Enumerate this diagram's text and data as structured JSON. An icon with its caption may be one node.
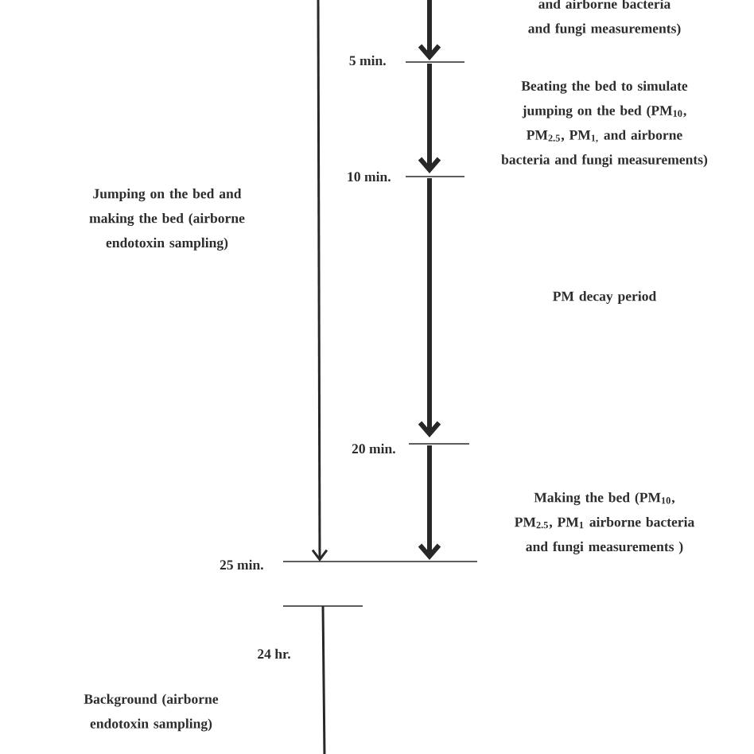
{
  "diagram": {
    "labels": [
      "and airborne bacteria and fungi measurements)",
      "5 min.",
      "Beating the bed to simulate jumping on the bed (PM$_{10}$, PM$_{2.5}$, PM$_{1,}$ and airborne bacteria and fungi measurements)",
      "10 min.",
      "Jumping on the bed and making the bed (airborne endotoxin sampling)",
      "PM decay period",
      "20 min.",
      "Making the bed (PM$_{10}$, PM$_{2.5}$, PM$_{1}$ airborne bacteria and fungi measurements )",
      "25 min.",
      "24 hr.",
      "Background (airborne endotoxin sampling)"
    ]
  }
}
